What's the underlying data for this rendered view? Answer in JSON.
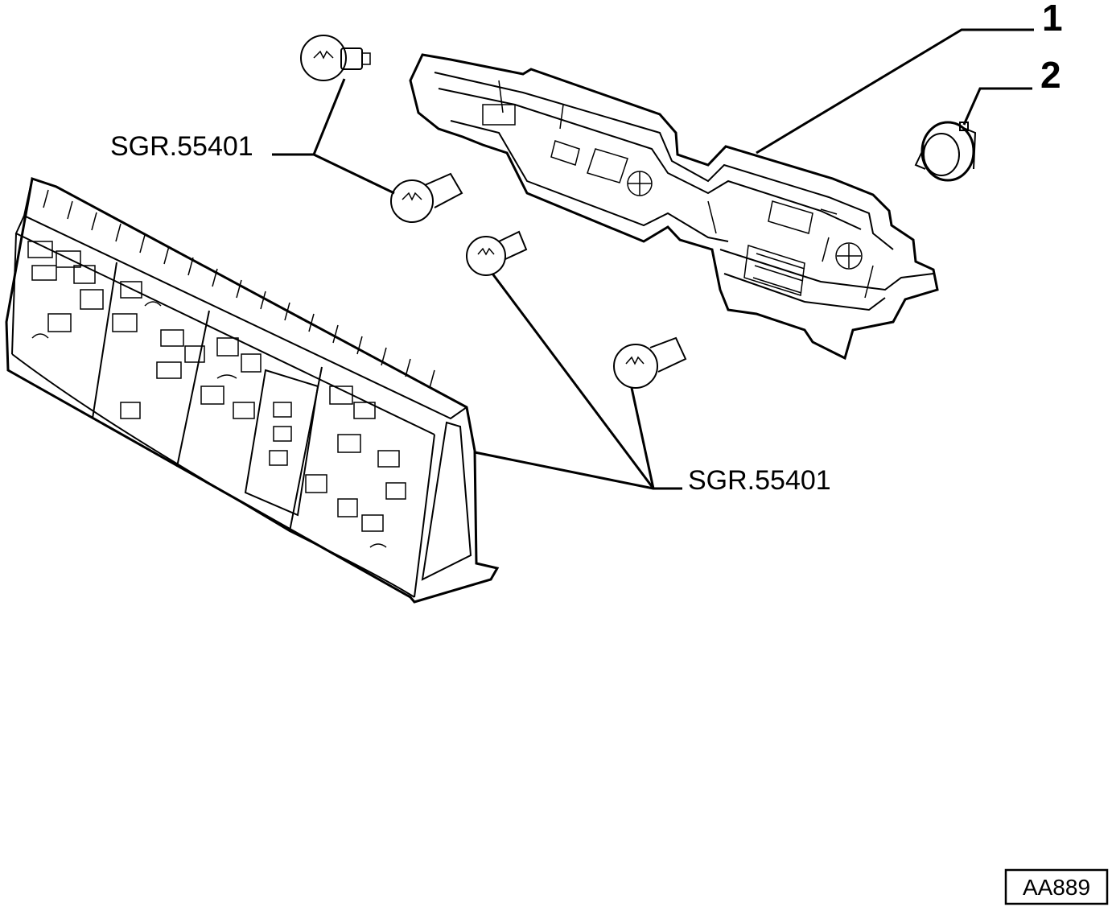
{
  "labels": {
    "part_1": "1",
    "part_2": "2",
    "bulb_ref_upper": "SGR.55401",
    "bulb_ref_lower": "SGR.55401",
    "drawing_code": "AA889"
  },
  "colors": {
    "ink": "#000000",
    "paper": "#ffffff"
  }
}
